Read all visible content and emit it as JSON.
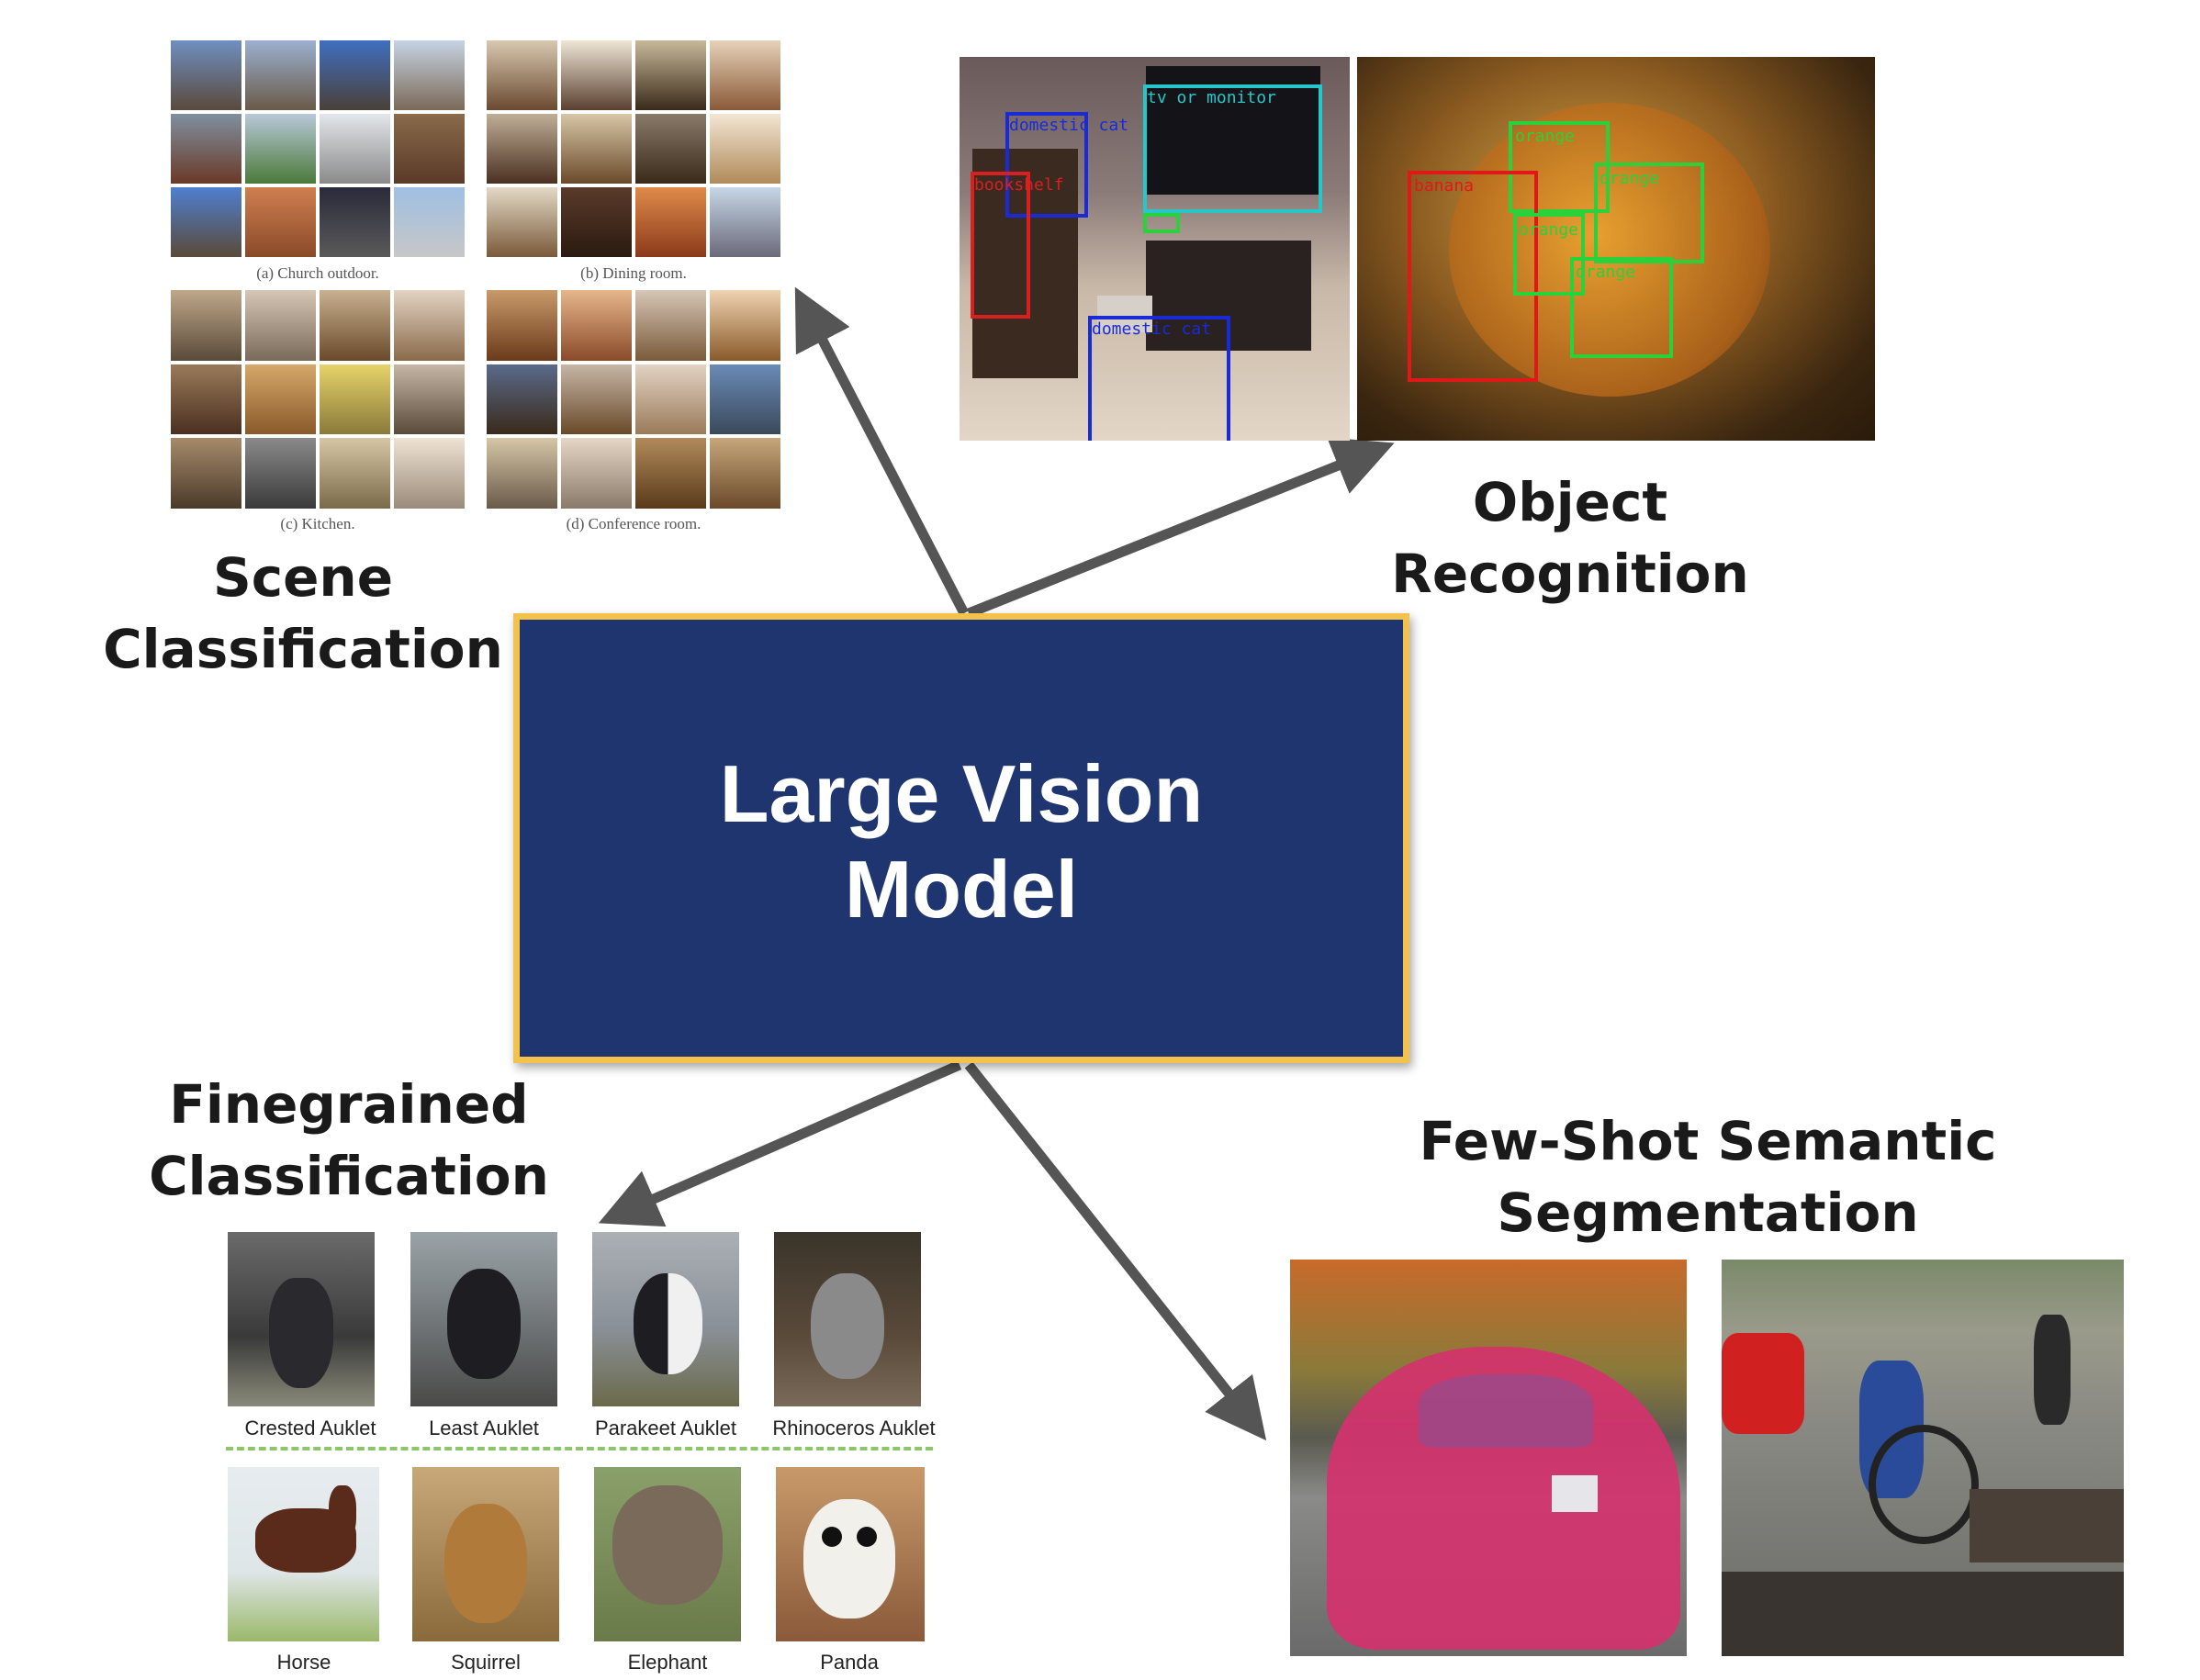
{
  "center": {
    "line1": "Large Vision",
    "line2": "Model"
  },
  "headings": {
    "scene": {
      "line1": "Scene",
      "line2": "Classification"
    },
    "object": {
      "line1": "Object",
      "line2": "Recognition"
    },
    "finegrained": {
      "line1": "Finegrained",
      "line2": "Classification"
    },
    "fewshot": {
      "line1": "Few-Shot Semantic",
      "line2": "Segmentation"
    }
  },
  "scene_captions": [
    "(a) Church outdoor.",
    "(b) Dining room.",
    "(c) Kitchen.",
    "(d) Conference room."
  ],
  "detections": {
    "left_photo": [
      {
        "label": "domestic cat",
        "color": "#1a2bd6"
      },
      {
        "label": "tv or monitor",
        "color": "#27c7c9"
      },
      {
        "label": "bookshelf",
        "color": "#d92020"
      },
      {
        "label": "domestic cat",
        "color": "#1a2bd6"
      }
    ],
    "right_photo": [
      {
        "label": "orange",
        "color": "#2ad13a"
      },
      {
        "label": "orange",
        "color": "#2ad13a"
      },
      {
        "label": "banana",
        "color": "#e01818"
      },
      {
        "label": "orange",
        "color": "#2ad13a"
      },
      {
        "label": "orange",
        "color": "#2ad13a"
      }
    ]
  },
  "birds": [
    "Crested Auklet",
    "Least Auklet",
    "Parakeet Auklet",
    "Rhinoceros Auklet"
  ],
  "animals": [
    "Horse",
    "Squirrel",
    "Elephant",
    "Panda"
  ],
  "colors": {
    "center_fill": "#1f3570",
    "center_border": "#f2c24c",
    "arrow": "#555555",
    "segmentation_mask": "#d4326e"
  }
}
